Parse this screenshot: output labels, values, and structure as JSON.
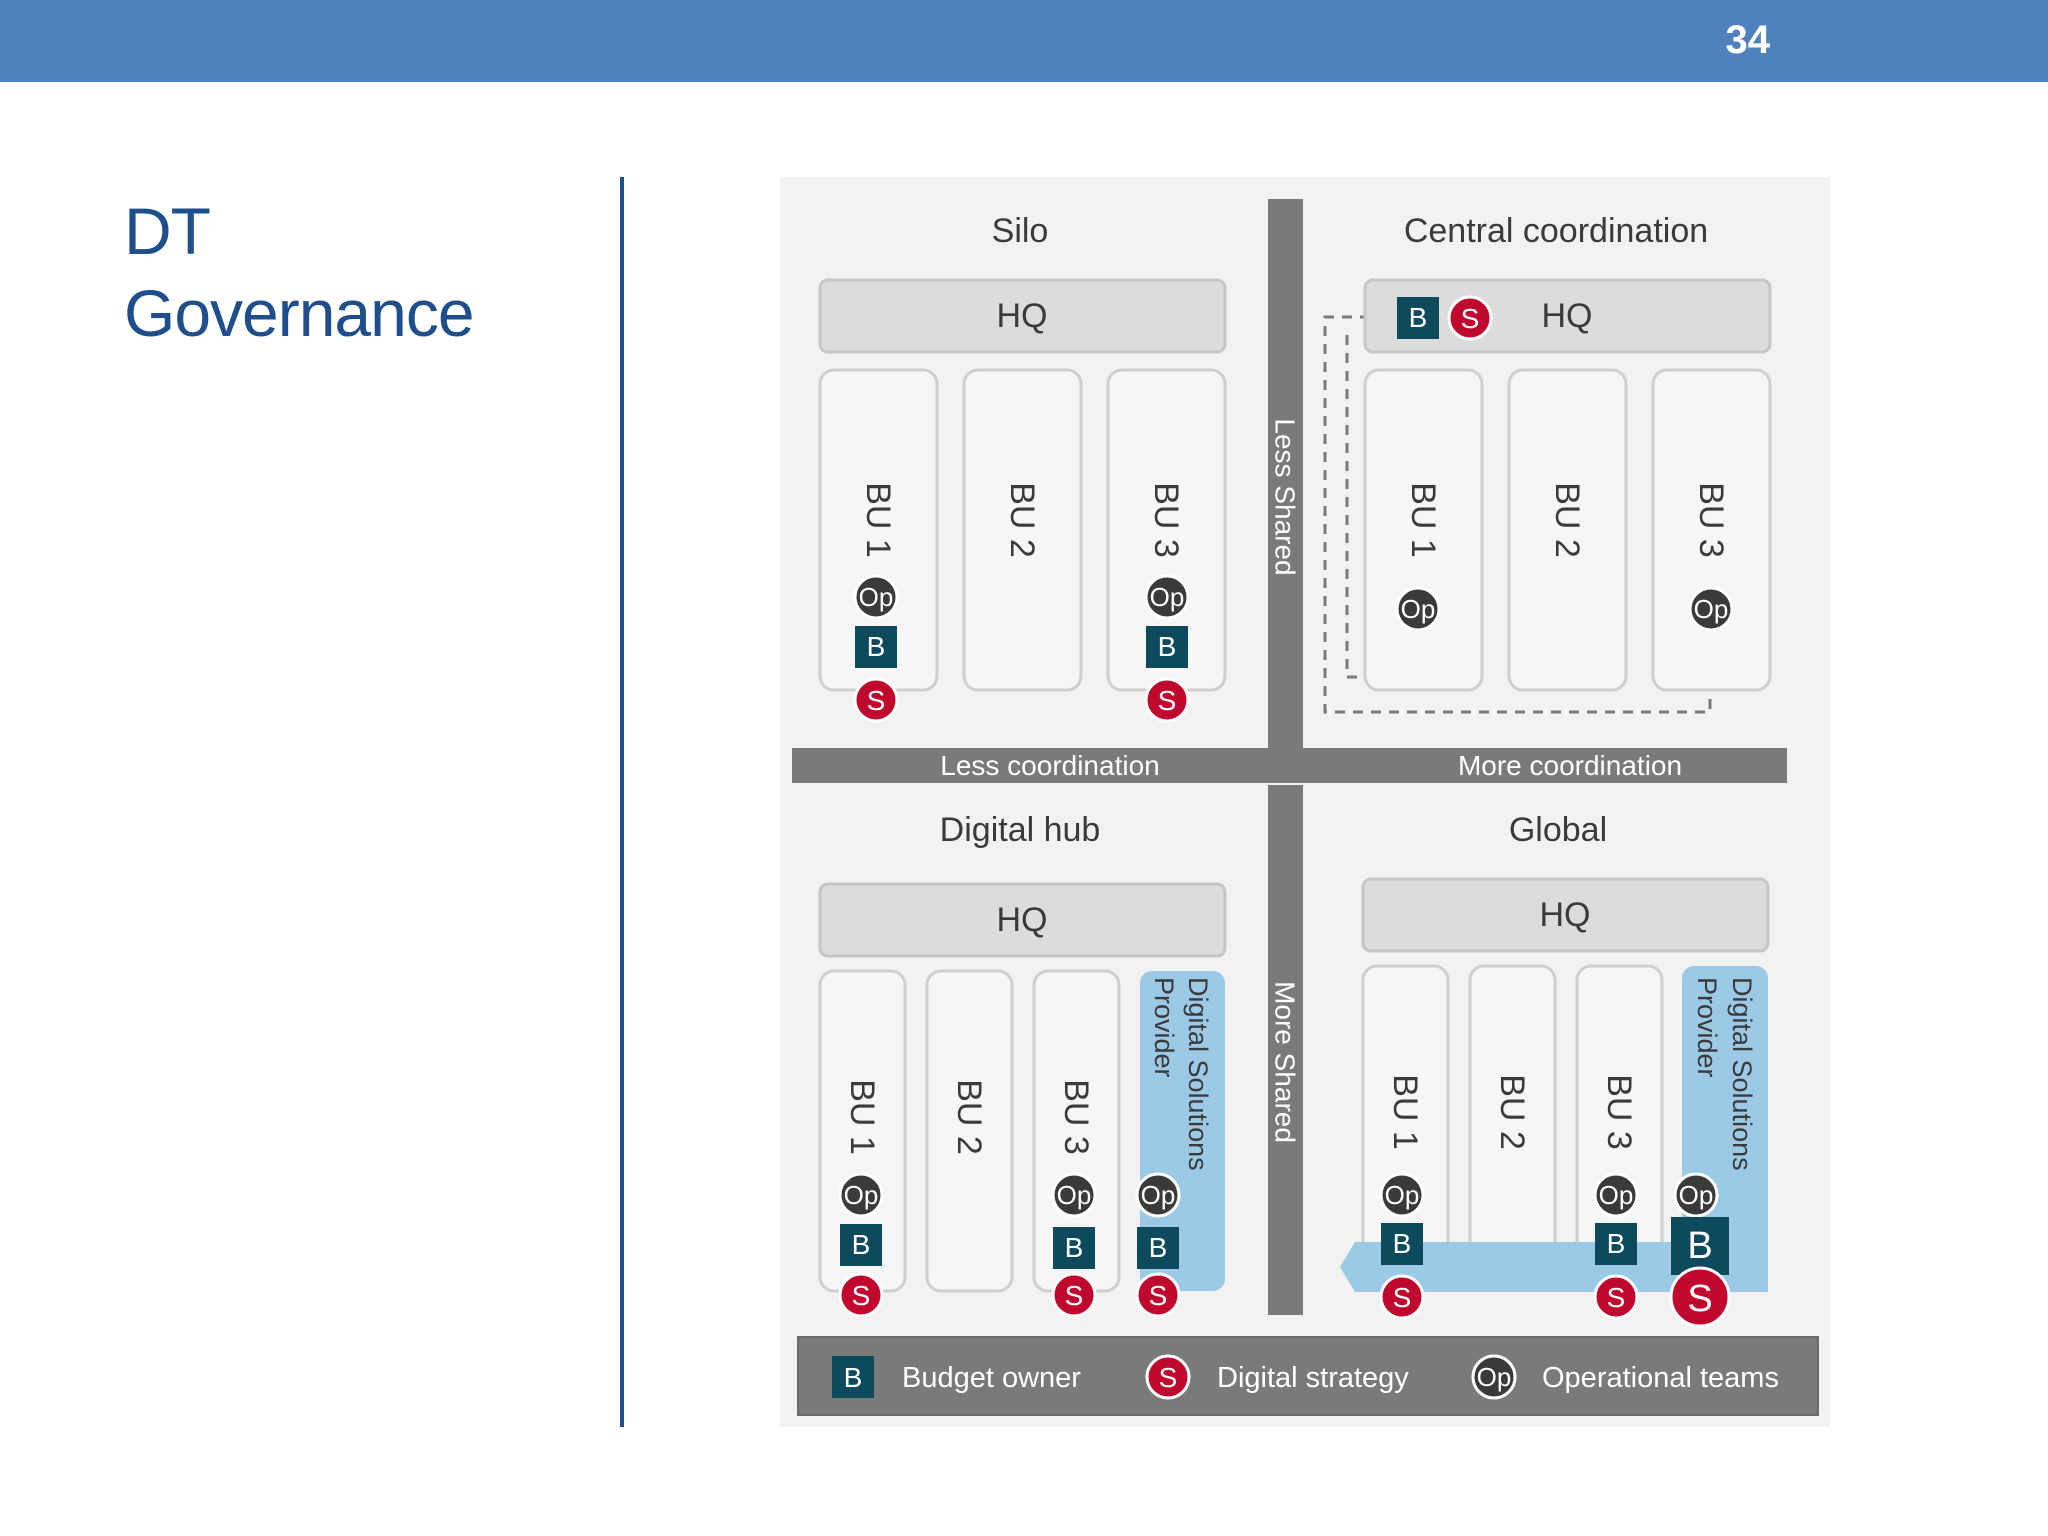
{
  "header": {
    "page_number": "34",
    "bar_color": "#4f81bd"
  },
  "slide": {
    "title_line1": "DT",
    "title_line2": "Governance",
    "title_color": "#1f4e8c"
  },
  "diagram": {
    "quadrants": {
      "silo": "Silo",
      "central": "Central coordination",
      "hub": "Digital hub",
      "global": "Global"
    },
    "hq_label": "HQ",
    "bu_labels": [
      "BU 1",
      "BU 2",
      "BU 3"
    ],
    "provider_label_line1": "Digital Solutions",
    "provider_label_line2": "Provider",
    "axes": {
      "less_shared": "Less Shared",
      "more_shared": "More Shared",
      "less_coordination": "Less coordination",
      "more_coordination": "More coordination"
    },
    "badges": {
      "budget": "B",
      "strategy": "S",
      "operational": "Op"
    },
    "legend": {
      "budget_owner": "Budget owner",
      "digital_strategy": "Digital strategy",
      "operational_teams": "Operational teams"
    },
    "colors": {
      "budget": "#0d4a5e",
      "strategy": "#c0082f",
      "operational": "#3a3a3a",
      "axis": "#7a7a7a",
      "provider": "#9cc9e6"
    }
  }
}
